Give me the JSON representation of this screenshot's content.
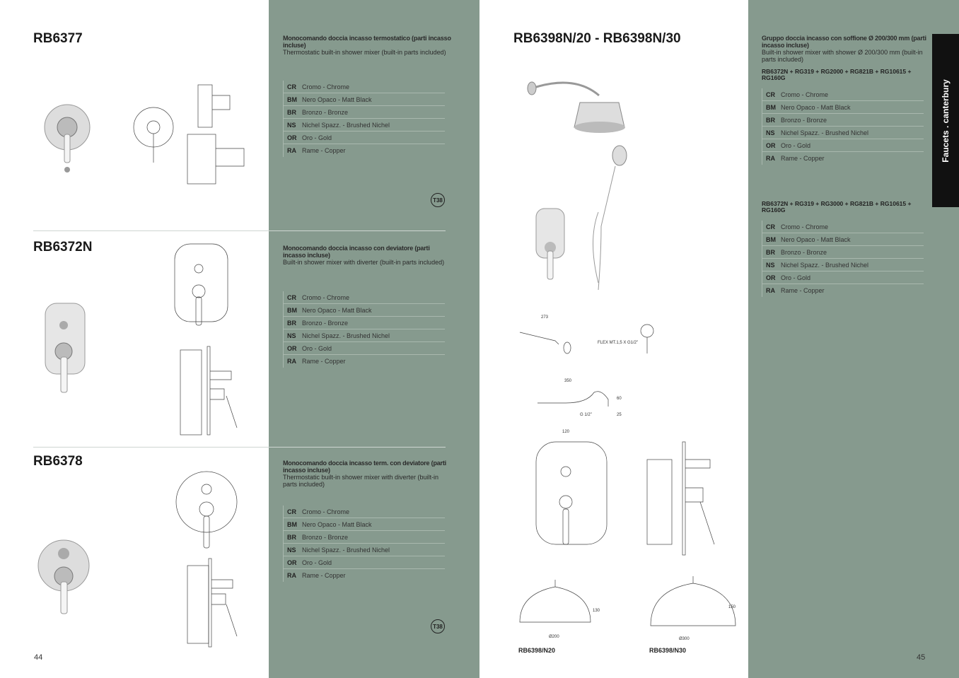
{
  "colors": {
    "panel": "#869a8e",
    "tab": "#111111"
  },
  "left_page": {
    "page_number": "44",
    "products": [
      {
        "code": "RB6377",
        "desc_it": "Monocomando doccia incasso termostatico (parti incasso incluse)",
        "desc_en": "Thermostatic built-in shower mixer (built-in parts included)",
        "badge": "T38",
        "finishes": [
          {
            "code": "CR",
            "name": "Cromo - Chrome"
          },
          {
            "code": "BM",
            "name": "Nero Opaco - Matt Black"
          },
          {
            "code": "BR",
            "name": "Bronzo - Bronze"
          },
          {
            "code": "NS",
            "name": "Nichel Spazz. - Brushed Nichel"
          },
          {
            "code": "OR",
            "name": "Oro - Gold"
          },
          {
            "code": "RA",
            "name": "Rame - Copper"
          }
        ]
      },
      {
        "code": "RB6372N",
        "desc_it": "Monocomando doccia incasso con deviatore (parti incasso incluse)",
        "desc_en": "Built-in shower mixer with diverter (built-in parts included)",
        "finishes": [
          {
            "code": "CR",
            "name": "Cromo - Chrome"
          },
          {
            "code": "BM",
            "name": "Nero Opaco - Matt Black"
          },
          {
            "code": "BR",
            "name": "Bronzo - Bronze"
          },
          {
            "code": "NS",
            "name": "Nichel Spazz. - Brushed Nichel"
          },
          {
            "code": "OR",
            "name": "Oro - Gold"
          },
          {
            "code": "RA",
            "name": "Rame - Copper"
          }
        ]
      },
      {
        "code": "RB6378",
        "desc_it": "Monocomando doccia incasso term. con deviatore (parti incasso incluse)",
        "desc_en": "Thermostatic built-in shower mixer with diverter (built-in parts included)",
        "badge": "T38",
        "finishes": [
          {
            "code": "CR",
            "name": "Cromo - Chrome"
          },
          {
            "code": "BM",
            "name": "Nero Opaco - Matt Black"
          },
          {
            "code": "BR",
            "name": "Bronzo - Bronze"
          },
          {
            "code": "NS",
            "name": "Nichel Spazz. - Brushed Nichel"
          },
          {
            "code": "OR",
            "name": "Oro - Gold"
          },
          {
            "code": "RA",
            "name": "Rame - Copper"
          }
        ]
      }
    ]
  },
  "right_page": {
    "page_number": "45",
    "title": "RB6398N/20 - RB6398N/30",
    "desc_it": "Gruppo doccia incasso con soffione Ø 200/300 mm (parti incasso incluse)",
    "desc_en": "Built-in shower mixer with shower Ø 200/300 mm (built-in parts included)",
    "side_tab": "Faucets . canterbury",
    "sets": [
      {
        "combo": "RB6372N + RG319 + RG2000 + RG821B + RG10615 + RG160G",
        "finishes": [
          {
            "code": "CR",
            "name": "Cromo - Chrome"
          },
          {
            "code": "BM",
            "name": "Nero Opaco - Matt Black"
          },
          {
            "code": "BR",
            "name": "Bronzo - Bronze"
          },
          {
            "code": "NS",
            "name": "Nichel Spazz. - Brushed  Nichel"
          },
          {
            "code": "OR",
            "name": "Oro - Gold"
          },
          {
            "code": "RA",
            "name": "Rame - Copper"
          }
        ]
      },
      {
        "combo": "RB6372N + RG319 + RG3000 + RG821B + RG10615 + RG160G",
        "finishes": [
          {
            "code": "CR",
            "name": "Cromo - Chrome"
          },
          {
            "code": "BM",
            "name": "Nero Opaco - Matt Black"
          },
          {
            "code": "BR",
            "name": "Bronzo - Bronze"
          },
          {
            "code": "NS",
            "name": "Nichel Spazz. - Brushed  Nichel"
          },
          {
            "code": "OR",
            "name": "Oro - Gold"
          },
          {
            "code": "RA",
            "name": "Rame - Copper"
          }
        ]
      }
    ],
    "drawings": {
      "hand_len": "273",
      "flex": "FLEX MT.1,5 X G1/2\"",
      "arm_len": "350",
      "arm_h": "60",
      "arm_d": "25",
      "thread": "G 1/2\"",
      "plate_w": "120",
      "head20_d": "Ø200",
      "head20_h": "130",
      "head30_d": "Ø300",
      "head30_h": "150",
      "label20": "RB6398/N20",
      "label30": "RB6398/N30"
    }
  }
}
